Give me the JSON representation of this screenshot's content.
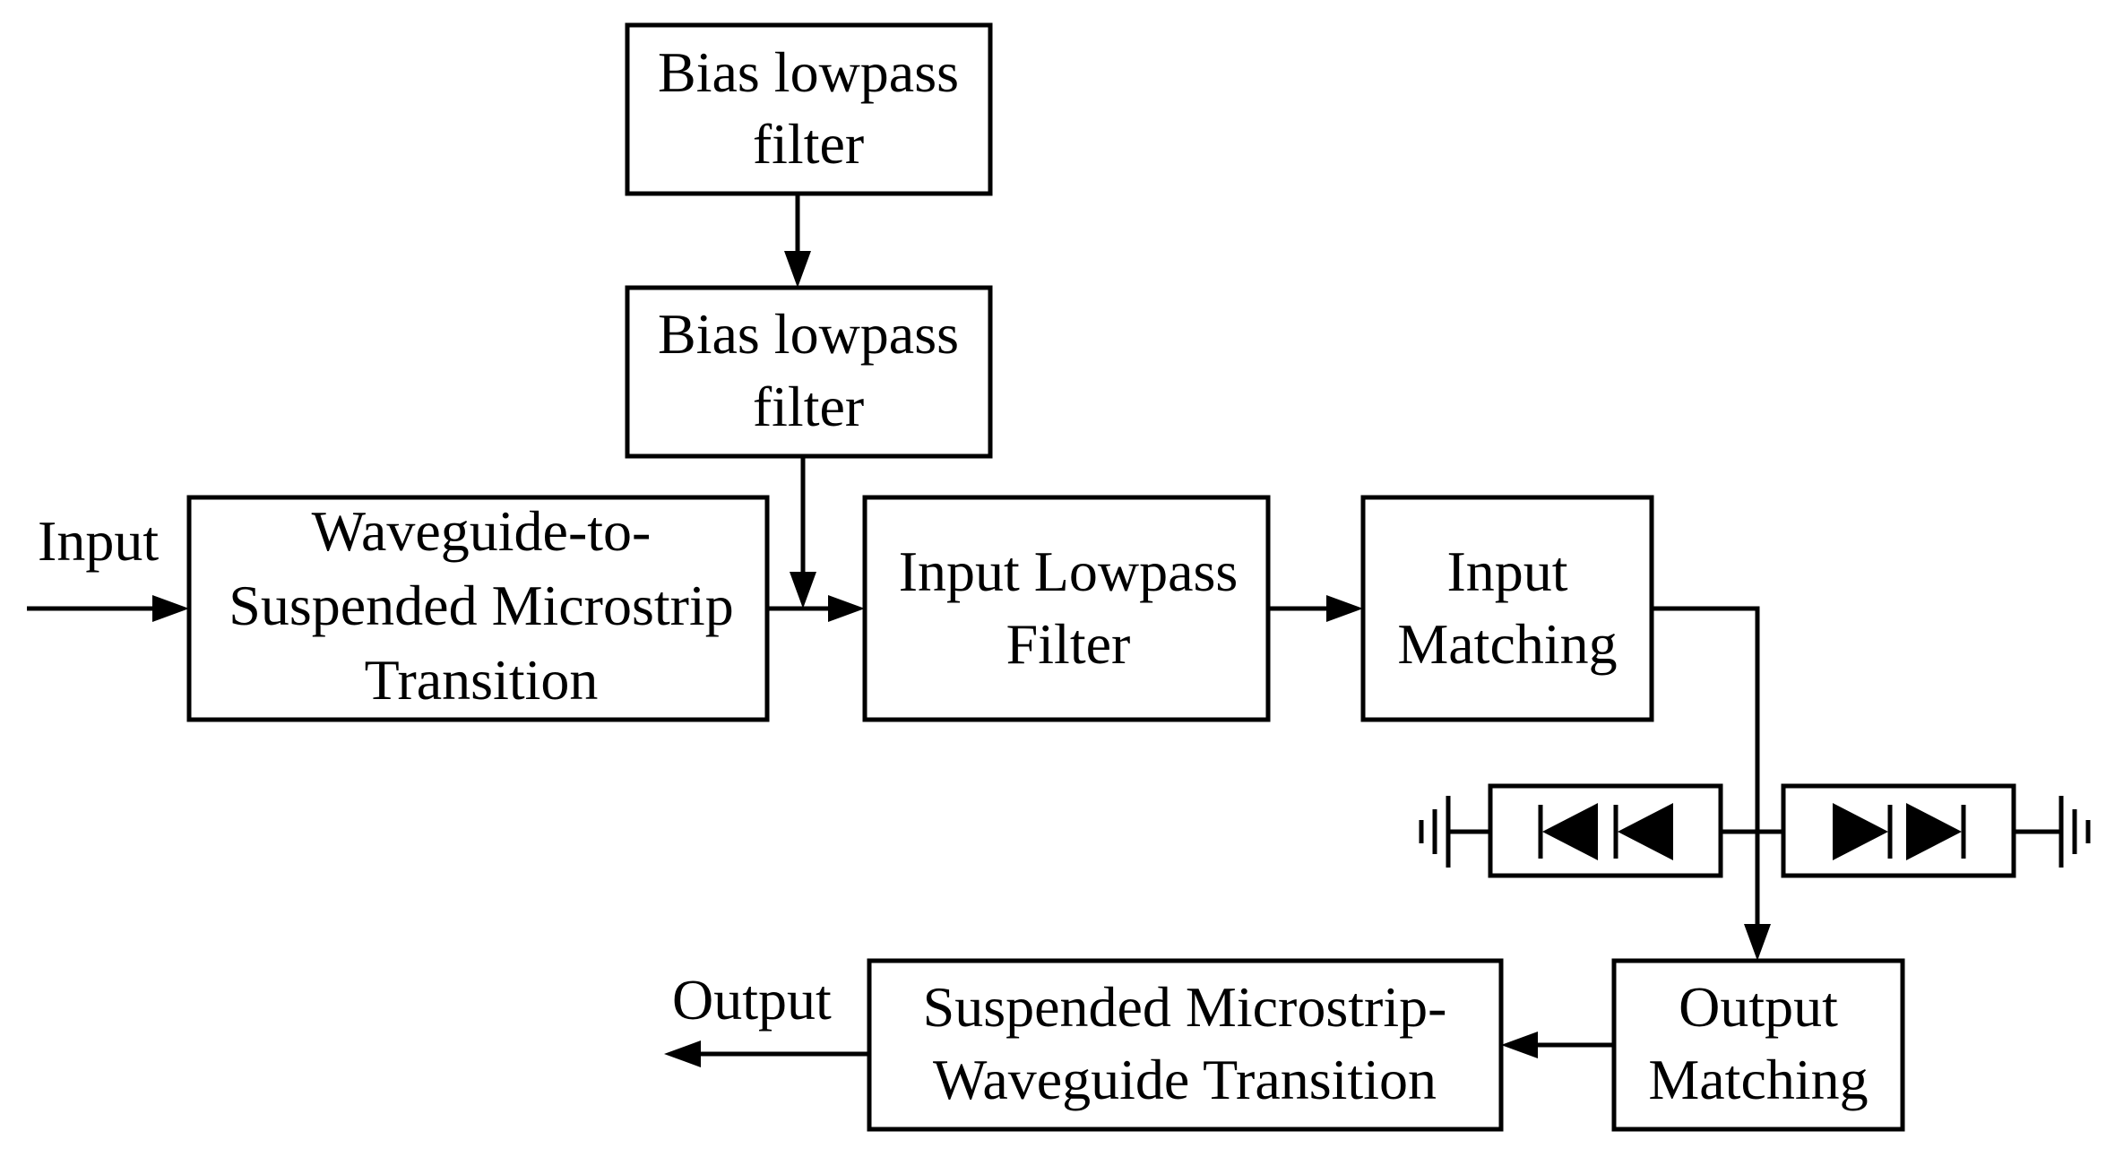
{
  "diagram": {
    "blocks": {
      "bias_filter_1": {
        "lines": [
          "Bias lowpass",
          "filter"
        ]
      },
      "bias_filter_2": {
        "lines": [
          "Bias lowpass",
          "filter"
        ]
      },
      "waveguide_transition": {
        "lines": [
          "Waveguide-to-",
          "Suspended Microstrip",
          "Transition"
        ]
      },
      "input_lowpass": {
        "lines": [
          "Input Lowpass",
          "Filter"
        ]
      },
      "input_matching": {
        "lines": [
          "Input",
          "Matching"
        ]
      },
      "output_matching": {
        "lines": [
          "Output",
          "Matching"
        ]
      },
      "output_transition": {
        "lines": [
          "Suspended Microstrip-",
          "Waveguide Transition"
        ]
      }
    },
    "port_labels": {
      "input": "Input",
      "output": "Output"
    }
  }
}
